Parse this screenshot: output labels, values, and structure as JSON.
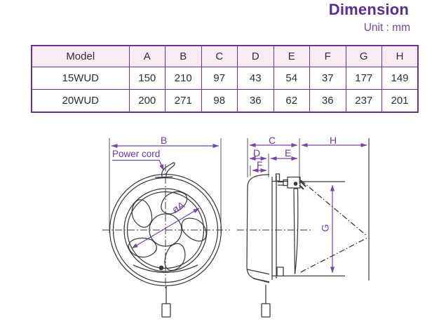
{
  "header": {
    "title": "Dimension",
    "unit_label": "Unit : mm"
  },
  "colors": {
    "title_purple": "#5B2D8E",
    "dimension_purple": "#7A44A6",
    "table_border_purple": "#6B3390",
    "table_header_bg": "#F7ECF4",
    "drawing_ink": "#3B3A40"
  },
  "table": {
    "columns": [
      "Model",
      "A",
      "B",
      "C",
      "D",
      "E",
      "F",
      "G",
      "H"
    ],
    "rows": [
      {
        "model": "15WUD",
        "values": [
          "150",
          "210",
          "97",
          "43",
          "54",
          "37",
          "177",
          "149"
        ]
      },
      {
        "model": "20WUD",
        "values": [
          "200",
          "271",
          "98",
          "36",
          "62",
          "36",
          "237",
          "201"
        ]
      }
    ]
  },
  "diagram": {
    "labels": {
      "power_cord": "Power cord",
      "dia_a": "øA",
      "dim_b": "B",
      "dim_c": "C",
      "dim_d": "D",
      "dim_e": "E",
      "dim_f": "F",
      "dim_g": "G",
      "dim_h": "H"
    }
  }
}
